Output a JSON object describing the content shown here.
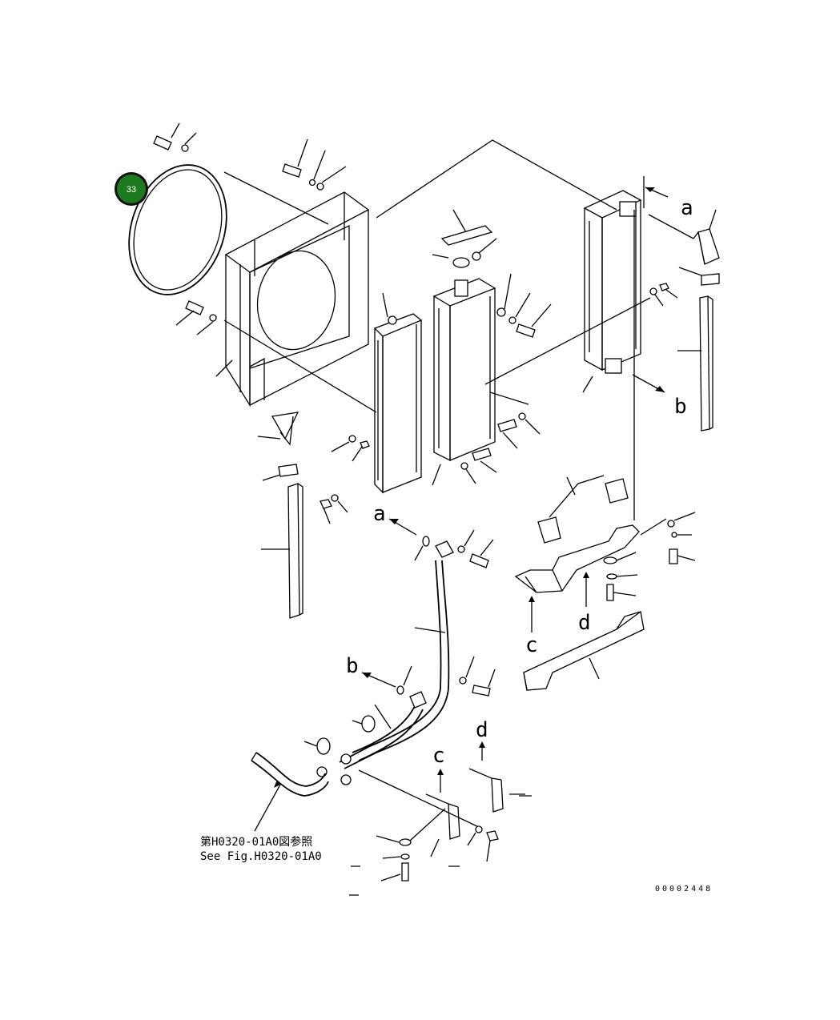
{
  "diagram": {
    "callout_badge": {
      "label": "33",
      "color": "#1e7a1e"
    },
    "reference_note": {
      "line1": "第H0320-01A0図参照",
      "line2": "See Fig.H0320-01A0"
    },
    "drawing_number": "00002448",
    "connector_letters": {
      "a_top": "a",
      "b_top": "b",
      "a_mid": "a",
      "b_mid": "b",
      "c_right": "c",
      "d_right": "d",
      "c_low": "c",
      "d_low": "d"
    }
  }
}
